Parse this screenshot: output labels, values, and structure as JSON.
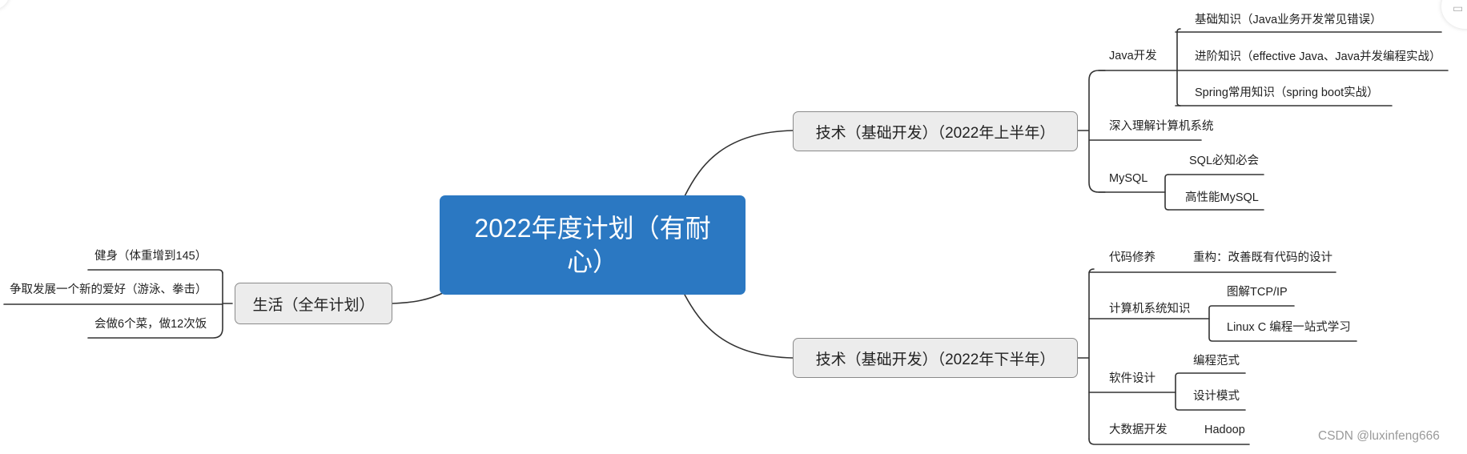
{
  "root": {
    "title": "2022年度计划（有耐心）"
  },
  "branches": {
    "tech_h1": {
      "label": "技术（基础开发）（2022年上半年）",
      "java": {
        "label": "Java开发",
        "basic": "基础知识（Java业务开发常见错误）",
        "advanced": "进阶知识（effective Java、Java并发编程实战）",
        "spring": "Spring常用知识（spring boot实战）"
      },
      "csapp": "深入理解计算机系统",
      "mysql": {
        "label": "MySQL",
        "must": "SQL必知必会",
        "perf": "高性能MySQL"
      }
    },
    "tech_h2": {
      "label": "技术（基础开发）（2022年下半年）",
      "code": {
        "label": "代码修养",
        "refactor": "重构：改善既有代码的设计"
      },
      "cs": {
        "label": "计算机系统知识",
        "tcpip": "图解TCP/IP",
        "linuxc": "Linux C 编程一站式学习"
      },
      "design": {
        "label": "软件设计",
        "paradigm": "编程范式",
        "patterns": "设计模式"
      },
      "bigdata": {
        "label": "大数据开发",
        "hadoop": "Hadoop"
      }
    },
    "life": {
      "label": "生活（全年计划）",
      "fitness": "健身（体重增到145）",
      "hobby": "争取发展一个新的爱好（游泳、拳击）",
      "cooking": "会做6个菜，做12次饭"
    }
  },
  "watermark": "CSDN @luxinfeng666",
  "colors": {
    "root": "#2b78c2",
    "node_fill": "#ececec",
    "line": "#333333"
  }
}
